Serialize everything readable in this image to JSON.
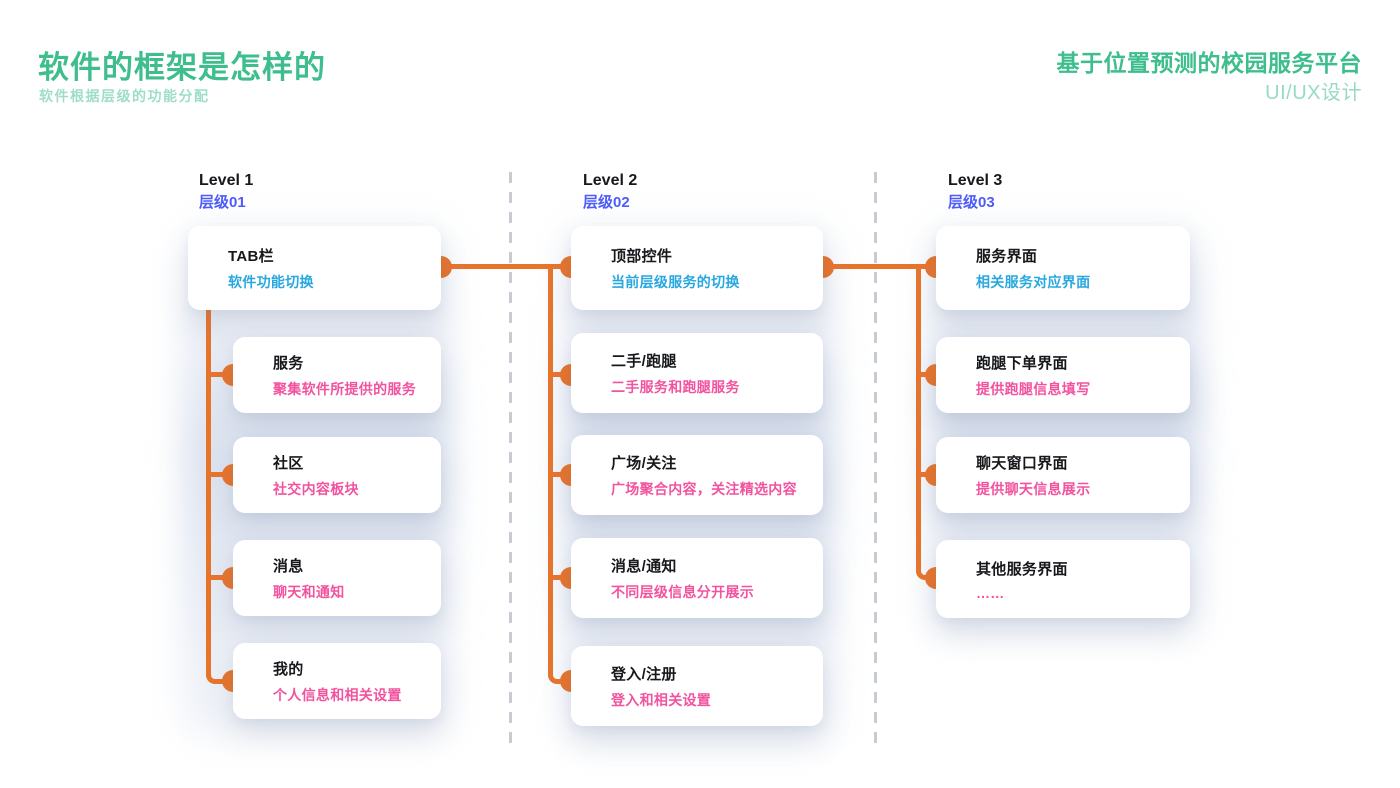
{
  "header": {
    "title": "软件的框架是怎样的",
    "subtitle": "软件根据层级的功能分配",
    "right_title": "基于位置预测的校园服务平台",
    "right_subtitle": "UI/UX设计"
  },
  "colors": {
    "brand_green": "#3ebd8d",
    "brand_green_light": "rgba(62,189,141,0.5)",
    "level_blue": "#4c5bfa",
    "accent_cyan": "#29a8e0",
    "accent_pink": "#f2539e",
    "connector_orange": "#e8742c",
    "divider_gray": "#c7cbd4",
    "card_title_dark": "#17181c"
  },
  "columns": [
    {
      "level_label": "Level 1",
      "level_sub": "层级01",
      "cards": [
        {
          "title": "TAB栏",
          "subtitle": "软件功能切换"
        },
        {
          "title": "服务",
          "subtitle": "聚集软件所提供的服务"
        },
        {
          "title": "社区",
          "subtitle": "社交内容板块"
        },
        {
          "title": "消息",
          "subtitle": "聊天和通知"
        },
        {
          "title": "我的",
          "subtitle": "个人信息和相关设置"
        }
      ]
    },
    {
      "level_label": "Level 2",
      "level_sub": "层级02",
      "cards": [
        {
          "title": "顶部控件",
          "subtitle": "当前层级服务的切换"
        },
        {
          "title": "二手/跑腿",
          "subtitle": "二手服务和跑腿服务"
        },
        {
          "title": "广场/关注",
          "subtitle": "广场聚合内容，关注精选内容"
        },
        {
          "title": "消息/通知",
          "subtitle": "不同层级信息分开展示"
        },
        {
          "title": "登入/注册",
          "subtitle": "登入和相关设置"
        }
      ]
    },
    {
      "level_label": "Level 3",
      "level_sub": "层级03",
      "cards": [
        {
          "title": "服务界面",
          "subtitle": "相关服务对应界面"
        },
        {
          "title": "跑腿下单界面",
          "subtitle": "提供跑腿信息填写"
        },
        {
          "title": "聊天窗口界面",
          "subtitle": "提供聊天信息展示"
        },
        {
          "title": "其他服务界面",
          "subtitle": "……"
        }
      ]
    }
  ]
}
